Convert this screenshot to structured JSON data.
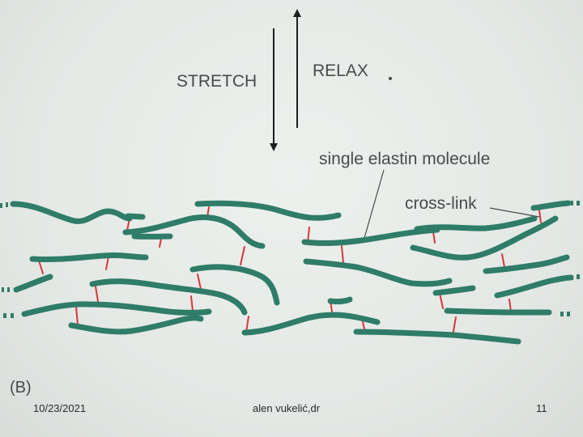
{
  "labels": {
    "stretch": "STRETCH",
    "relax": "RELAX",
    "molecule": "single elastin molecule",
    "crosslink": "cross-link",
    "panel": "(B)"
  },
  "footer": {
    "date": "10/23/2021",
    "author": "alen vukelić,dr",
    "page": "11"
  },
  "colors": {
    "fiber": "#2f7c68",
    "crosslink": "#d8353a",
    "text": "#4a4a4a",
    "background": "#e4e9e6"
  }
}
